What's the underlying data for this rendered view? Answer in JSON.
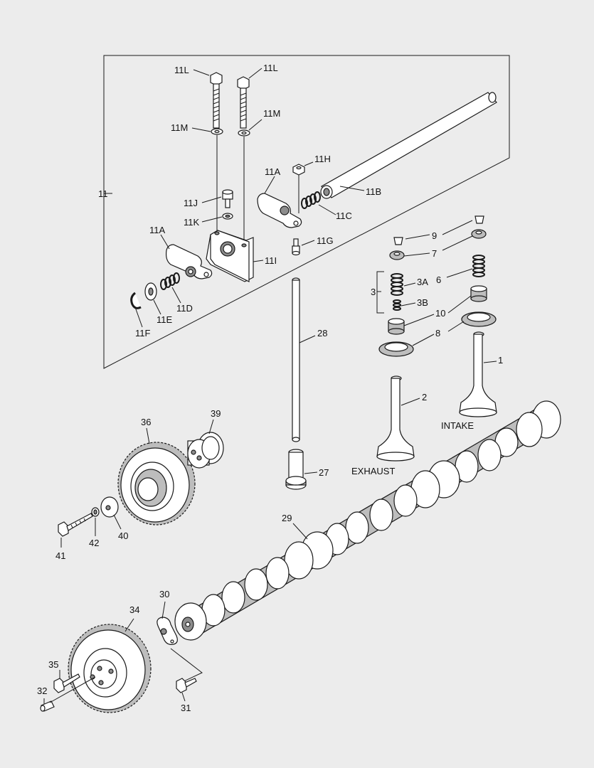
{
  "callouts": {
    "c11": "11",
    "c11L_left": "11L",
    "c11L_right": "11L",
    "c11M_left": "11M",
    "c11M_right": "11M",
    "c11H": "11H",
    "c11A_top": "11A",
    "c11B": "11B",
    "c11C": "11C",
    "c11J": "11J",
    "c11K": "11K",
    "c11G": "11G",
    "c11A_left": "11A",
    "c11I": "11I",
    "c11D": "11D",
    "c11E": "11E",
    "c11F": "11F",
    "c9": "9",
    "c7": "7",
    "c6": "6",
    "c3": "3",
    "c3A": "3A",
    "c3B": "3B",
    "c10": "10",
    "c8": "8",
    "c1": "1",
    "c2": "2",
    "c28": "28",
    "c27": "27",
    "c29": "29",
    "c36": "36",
    "c39": "39",
    "c40": "40",
    "c41": "41",
    "c42": "42",
    "c30": "30",
    "c34": "34",
    "c35": "35",
    "c32": "32",
    "c31": "31"
  },
  "labels": {
    "intake": "INTAKE",
    "exhaust": "EXHAUST"
  }
}
